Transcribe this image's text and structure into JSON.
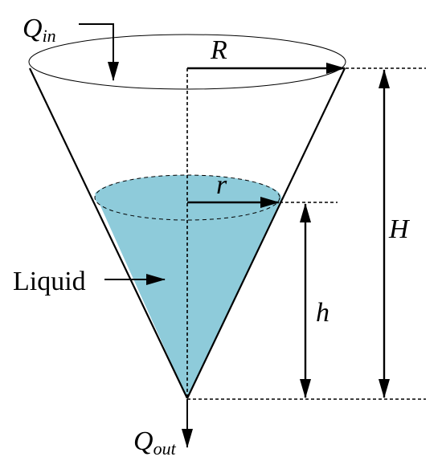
{
  "labels": {
    "q_in_main": "Q",
    "q_in_sub": "in",
    "q_out_main": "Q",
    "q_out_sub": "out",
    "big_r": "R",
    "small_r": "r",
    "big_h": "H",
    "small_h": "h",
    "liquid": "Liquid"
  },
  "colors": {
    "liquid_fill": "#8ecbda",
    "stroke": "#000000"
  }
}
